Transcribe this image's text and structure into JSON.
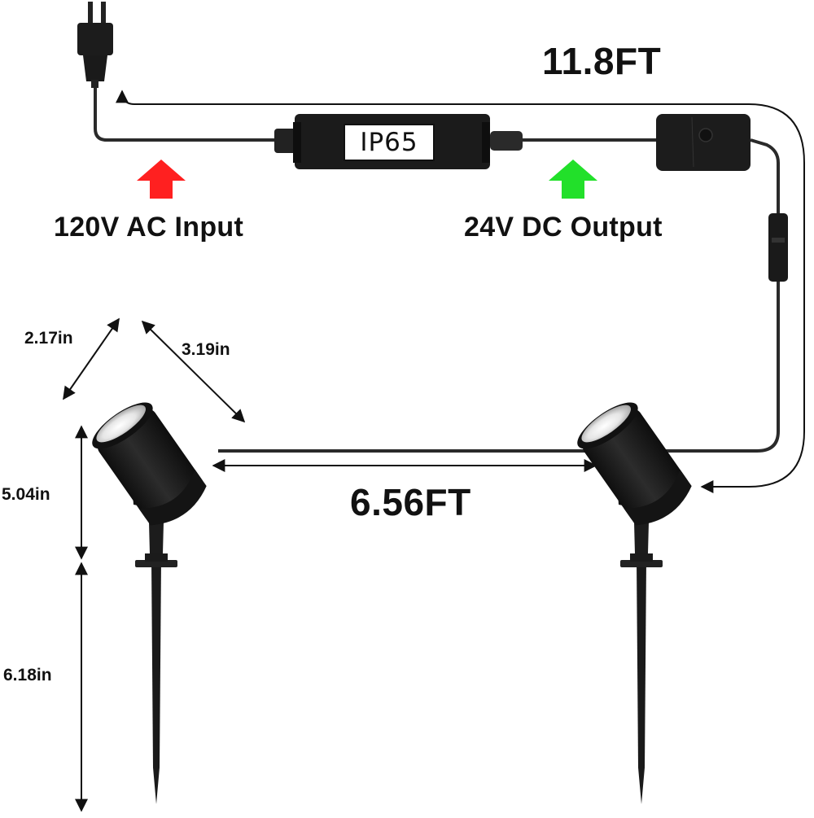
{
  "cable": {
    "length_label": "11.8FT",
    "spacing_label": "6.56FT"
  },
  "transformer": {
    "rating_label": "IP65",
    "input_label": "120V AC Input",
    "output_label": "24V DC Output"
  },
  "dimensions": {
    "head_diameter": "2.17in",
    "head_length": "3.19in",
    "upper_height": "5.04in",
    "stake_height": "6.18in"
  },
  "colors": {
    "input_arrow": "#ff2020",
    "output_arrow": "#22e02a",
    "fixture": "#1e1e1e",
    "cable": "#2a2a2a"
  }
}
